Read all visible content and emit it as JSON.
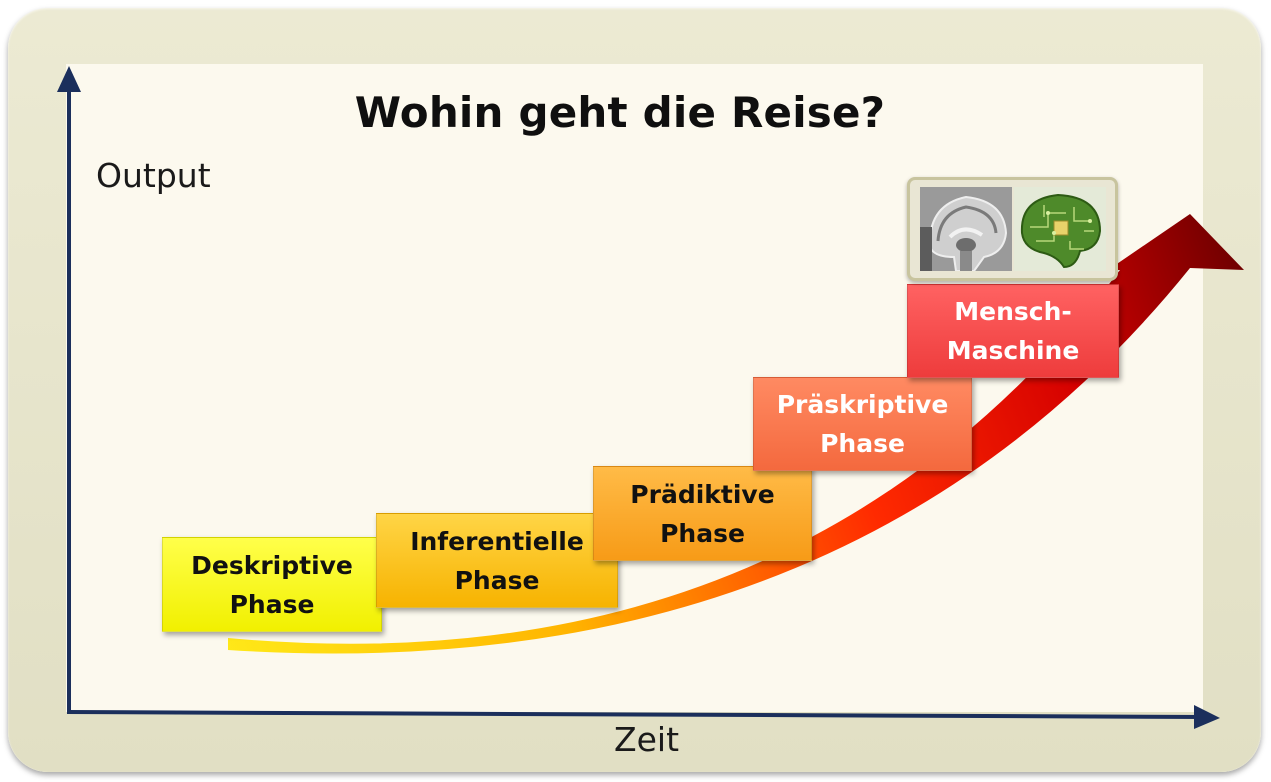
{
  "title": "Wohin geht die Reise?",
  "axes": {
    "y_label": "Output",
    "x_label": "Zeit"
  },
  "steps": [
    {
      "line1": "Deskriptive",
      "line2": "Phase"
    },
    {
      "line1": "Inferentielle",
      "line2": "Phase"
    },
    {
      "line1": "Prädiktive",
      "line2": "Phase"
    },
    {
      "line1": "Präskriptive",
      "line2": "Phase"
    },
    {
      "line1": "Mensch-",
      "line2": "Maschine"
    }
  ],
  "images": {
    "mri": "brain-mri-scan-image",
    "circuit": "circuit-brain-image"
  },
  "colors": {
    "axis": "#1b2f5c",
    "arrow_start": "#ffd000",
    "arrow_mid": "#ff2a00",
    "arrow_end": "#7a0000"
  }
}
